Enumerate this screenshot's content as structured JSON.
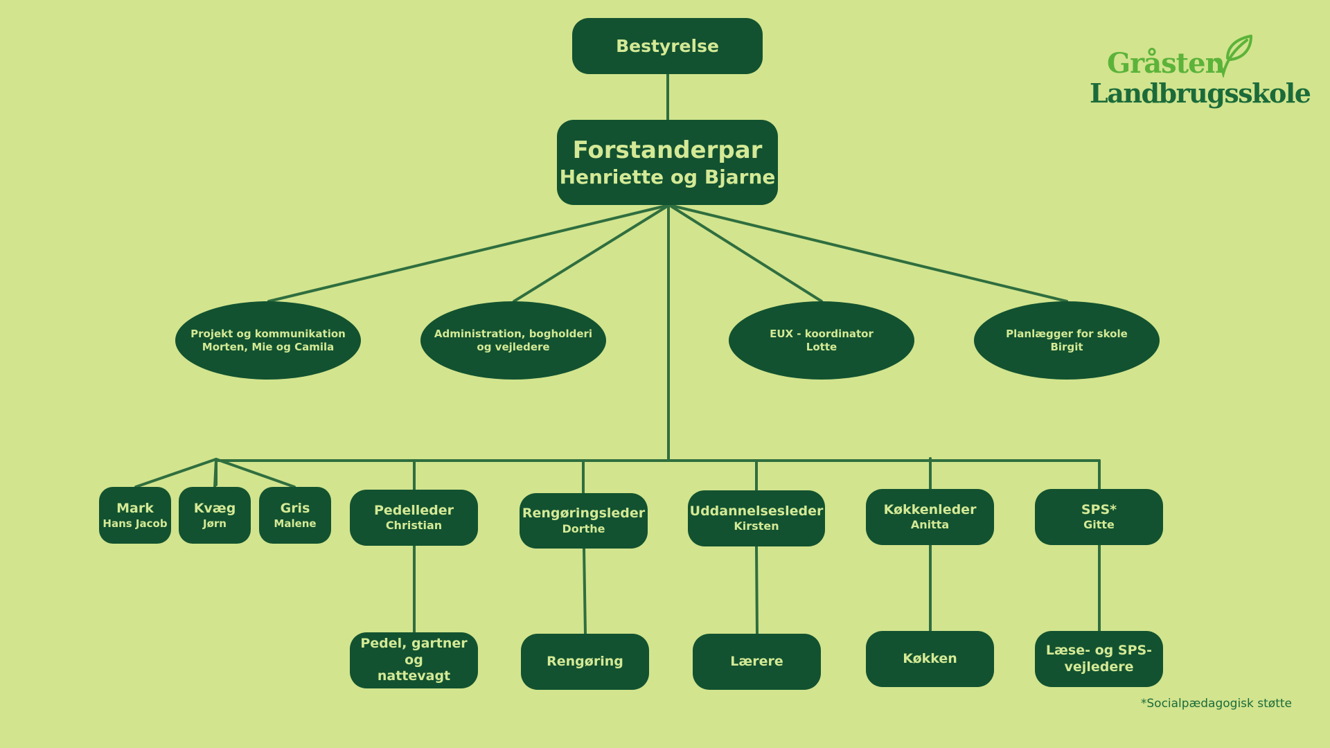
{
  "logo": {
    "line1": "Gråsten",
    "line2": "Landbrugsskole"
  },
  "footnote": "*Socialpædagogisk støtte",
  "colors": {
    "background": "#d2e48e",
    "box": "#125230",
    "box_text": "#d4e996",
    "line": "#2f6e3f",
    "logo_light": "#5cb33a",
    "logo_dark": "#1b6b3a"
  },
  "org": {
    "board": {
      "line1": "Bestyrelse"
    },
    "head": {
      "line1": "Forstanderpar",
      "line2": "Henriette og Bjarne"
    },
    "staff": [
      {
        "line1": "Projekt og kommunikation",
        "line2": "Morten, Mie og Camila"
      },
      {
        "line1": "Administration, bogholderi",
        "line2": "og vejledere"
      },
      {
        "line1": "EUX - koordinator",
        "line2": "Lotte"
      },
      {
        "line1": "Planlægger for skole",
        "line2": "Birgit"
      }
    ],
    "animals": [
      {
        "line1": "Mark",
        "line2": "Hans Jacob"
      },
      {
        "line1": "Kvæg",
        "line2": "Jørn"
      },
      {
        "line1": "Gris",
        "line2": "Malene"
      }
    ],
    "leaders": [
      {
        "line1": "Pedelleder",
        "line2": "Christian"
      },
      {
        "line1": "Rengøringsleder",
        "line2": "Dorthe"
      },
      {
        "line1": "Uddannelsesleder",
        "line2": "Kirsten"
      },
      {
        "line1": "Køkkenleder",
        "line2": "Anitta"
      },
      {
        "line1": "SPS*",
        "line2": "Gitte"
      }
    ],
    "teams": [
      {
        "line1": "Pedel, gartner og",
        "line2": "nattevagt"
      },
      {
        "line1": "Rengøring"
      },
      {
        "line1": "Lærere"
      },
      {
        "line1": "Køkken"
      },
      {
        "line1": "Læse- og SPS-",
        "line2": "vejledere"
      }
    ]
  }
}
